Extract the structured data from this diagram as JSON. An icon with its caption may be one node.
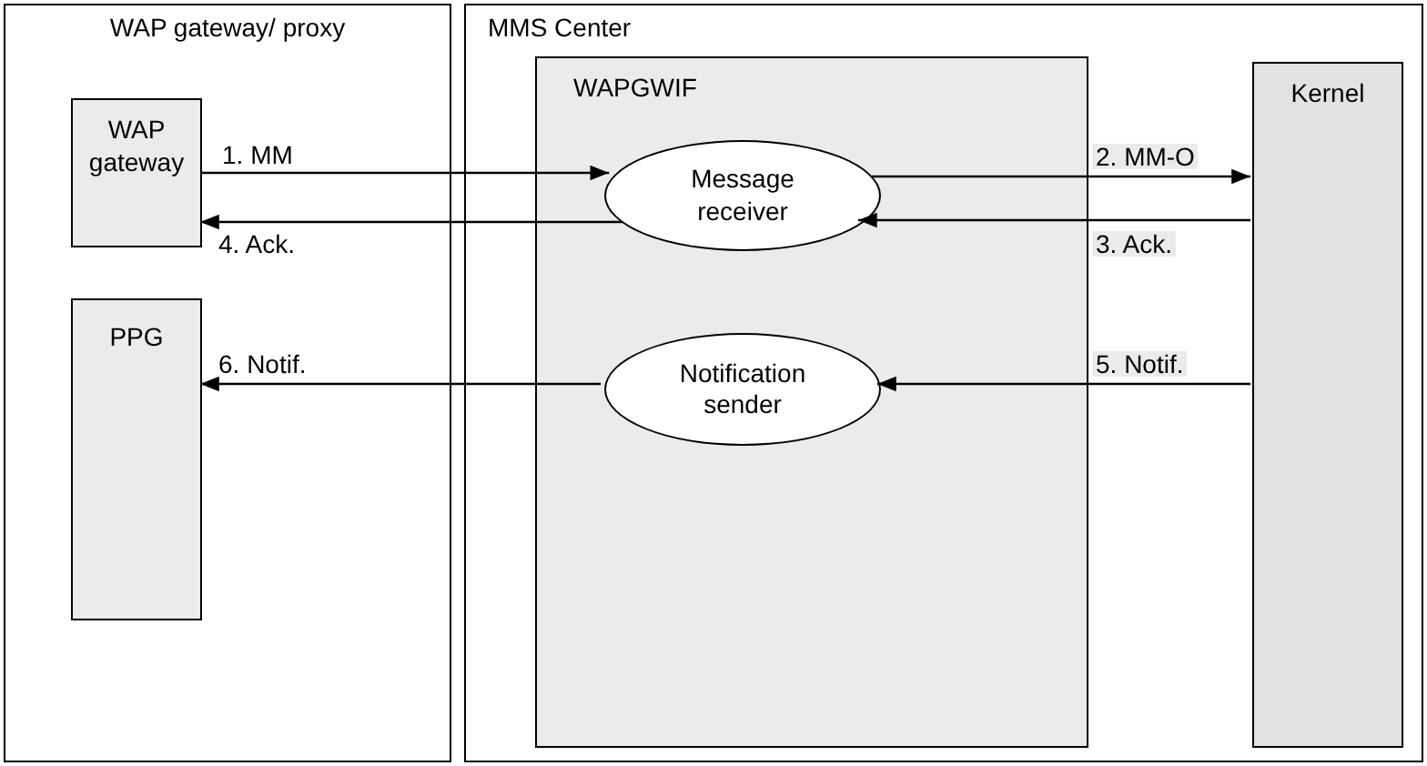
{
  "diagram": {
    "nodes": [
      {
        "text": [
          "WAP gateway/ proxy"
        ]
      },
      {
        "text": [
          "WAP gateway"
        ],
        "in": 0
      },
      {
        "text": [
          "PPG"
        ],
        "in": 0
      },
      {
        "text": [
          "MMS Center"
        ]
      },
      {
        "text": [
          "WAPGWIF"
        ],
        "in": 3
      },
      {
        "text": [
          "Message receiver"
        ],
        "in": 4
      },
      {
        "text": [
          "Notification sender"
        ],
        "in": 4
      },
      {
        "text": [
          "Kernel"
        ],
        "in": 3
      }
    ],
    "edges": [
      {
        "from": 1,
        "to": 5,
        "arrow": "to",
        "label": "1. MM"
      },
      {
        "from": 5,
        "to": 7,
        "arrow": "to",
        "label": "2. MM-O"
      },
      {
        "from": 7,
        "to": 5,
        "arrow": "to",
        "label": "3. Ack."
      },
      {
        "from": 5,
        "to": 1,
        "arrow": "to",
        "label": "4. Ack."
      },
      {
        "from": 7,
        "to": 6,
        "arrow": "to",
        "label": "5. Notif."
      },
      {
        "from": 6,
        "to": 2,
        "arrow": "to",
        "label": "6. Notif."
      }
    ]
  }
}
